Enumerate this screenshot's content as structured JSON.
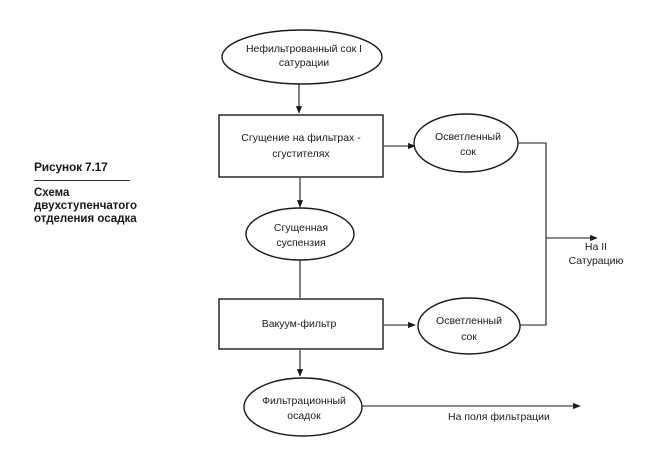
{
  "caption": {
    "figure_label": "Рисунок 7.17",
    "title_lines": [
      "Схема",
      "двухступенчатого",
      "отделения осадка"
    ]
  },
  "nodes": {
    "unfiltered_juice": [
      "Нефильтрованный сок I",
      "сатурации"
    ],
    "thickening": [
      "Сгущение на фильтрах -",
      "сгустителях"
    ],
    "clarified_juice_1": [
      "Осветленный",
      "сок"
    ],
    "thickened_suspension": [
      "Сгущенная",
      "суспензия"
    ],
    "vacuum_filter": [
      "Вакуум-фильтр"
    ],
    "clarified_juice_2": [
      "Осветленный",
      "сок"
    ],
    "filter_cake": [
      "Фильтрационный",
      "осадок"
    ]
  },
  "destinations": {
    "second_saturation": [
      "На II",
      "Сатурацию"
    ],
    "filtration_fields": "На поля фильтрации"
  }
}
